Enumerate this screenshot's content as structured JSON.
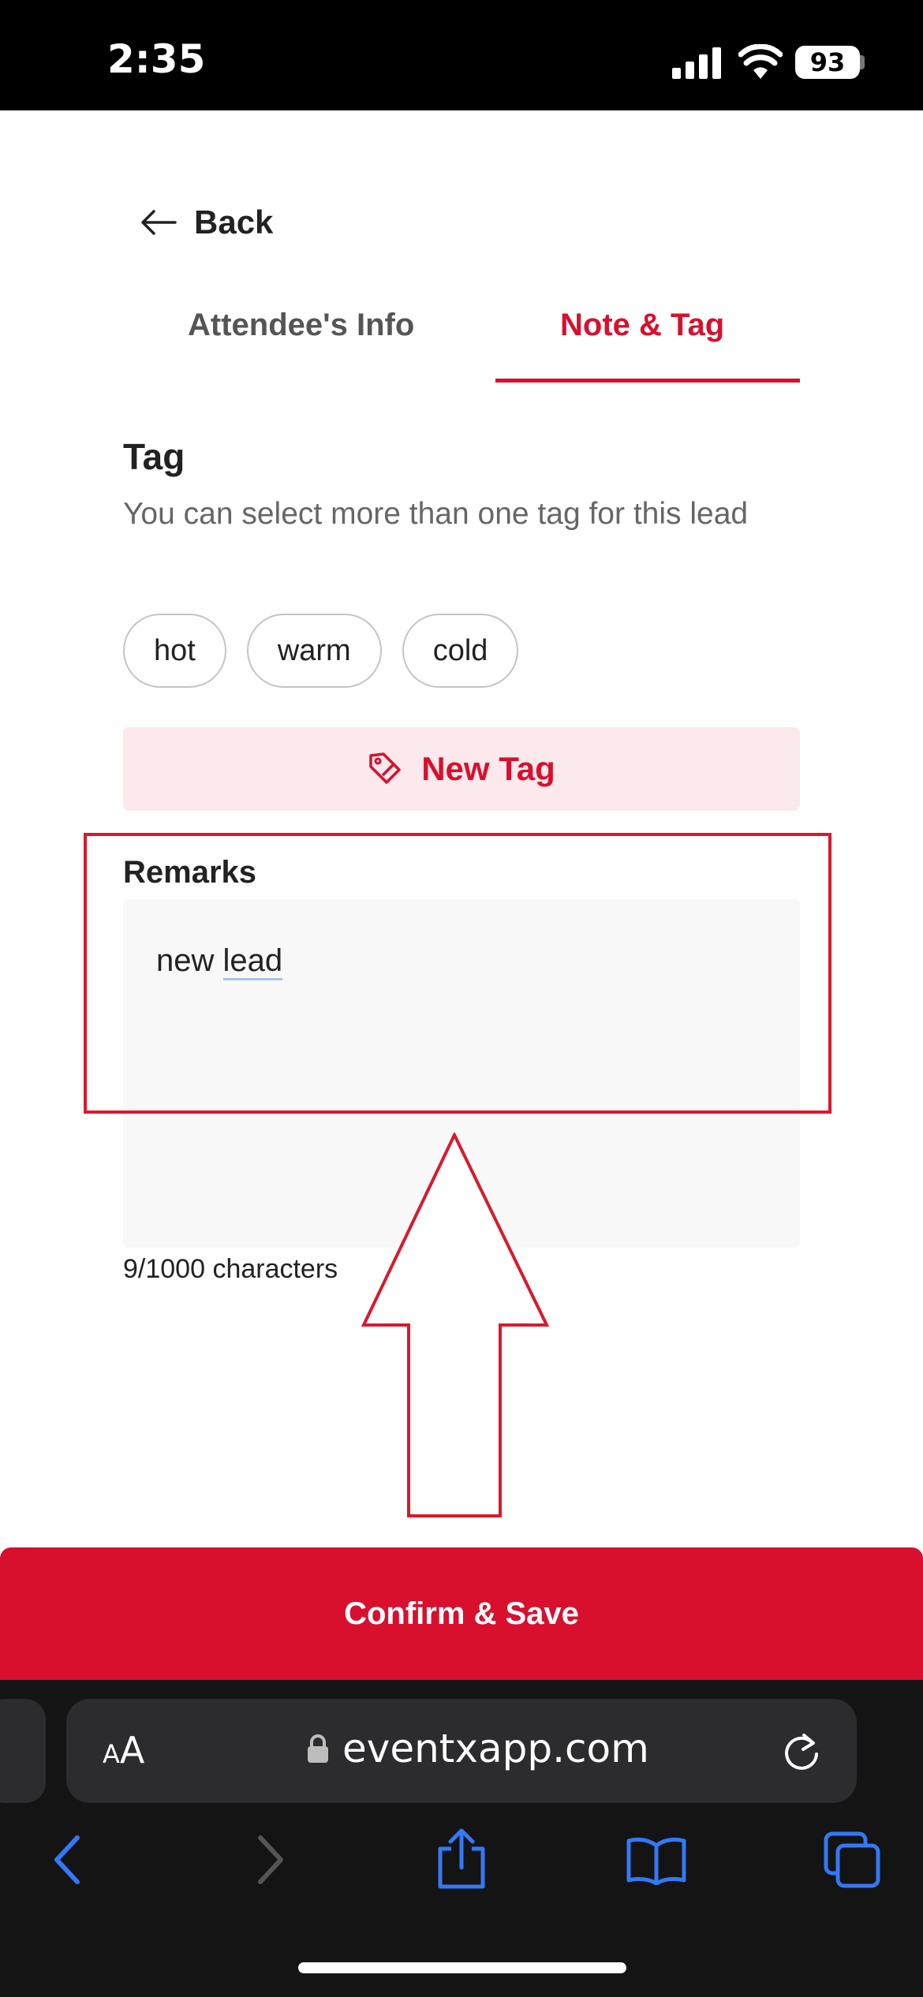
{
  "status_bar": {
    "time": "2:35",
    "battery": "93"
  },
  "header": {
    "back_label": "Back"
  },
  "tabs": [
    {
      "label": "Attendee's Info",
      "active": false
    },
    {
      "label": "Note & Tag",
      "active": true
    }
  ],
  "tag_section": {
    "title": "Tag",
    "description": "You can select more than one tag for this lead",
    "chips": [
      "hot",
      "warm",
      "cold"
    ],
    "new_tag_label": "New Tag"
  },
  "remarks": {
    "label": "Remarks",
    "value_word1": "new",
    "value_word2": "lead",
    "char_count": "9/1000 characters"
  },
  "confirm_label": "Confirm & Save",
  "browser": {
    "aa_small": "A",
    "aa_big": "A",
    "url": "eventxapp.com"
  },
  "colors": {
    "accent": "#d90f2e",
    "accent_soft": "#fce9eb",
    "annotation": "#d9192c",
    "browser_blue": "#3478f6"
  }
}
